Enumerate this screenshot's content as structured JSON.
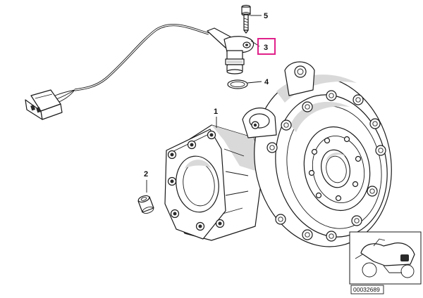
{
  "diagram": {
    "callouts": [
      {
        "id": "1",
        "label": "1",
        "highlighted": false
      },
      {
        "id": "2",
        "label": "2",
        "highlighted": false
      },
      {
        "id": "3",
        "label": "3",
        "highlighted": true
      },
      {
        "id": "4",
        "label": "4",
        "highlighted": false
      },
      {
        "id": "5",
        "label": "5",
        "highlighted": false
      }
    ],
    "highlight_color": "#e0218a",
    "thumbnail": {
      "code": "00032689"
    }
  }
}
